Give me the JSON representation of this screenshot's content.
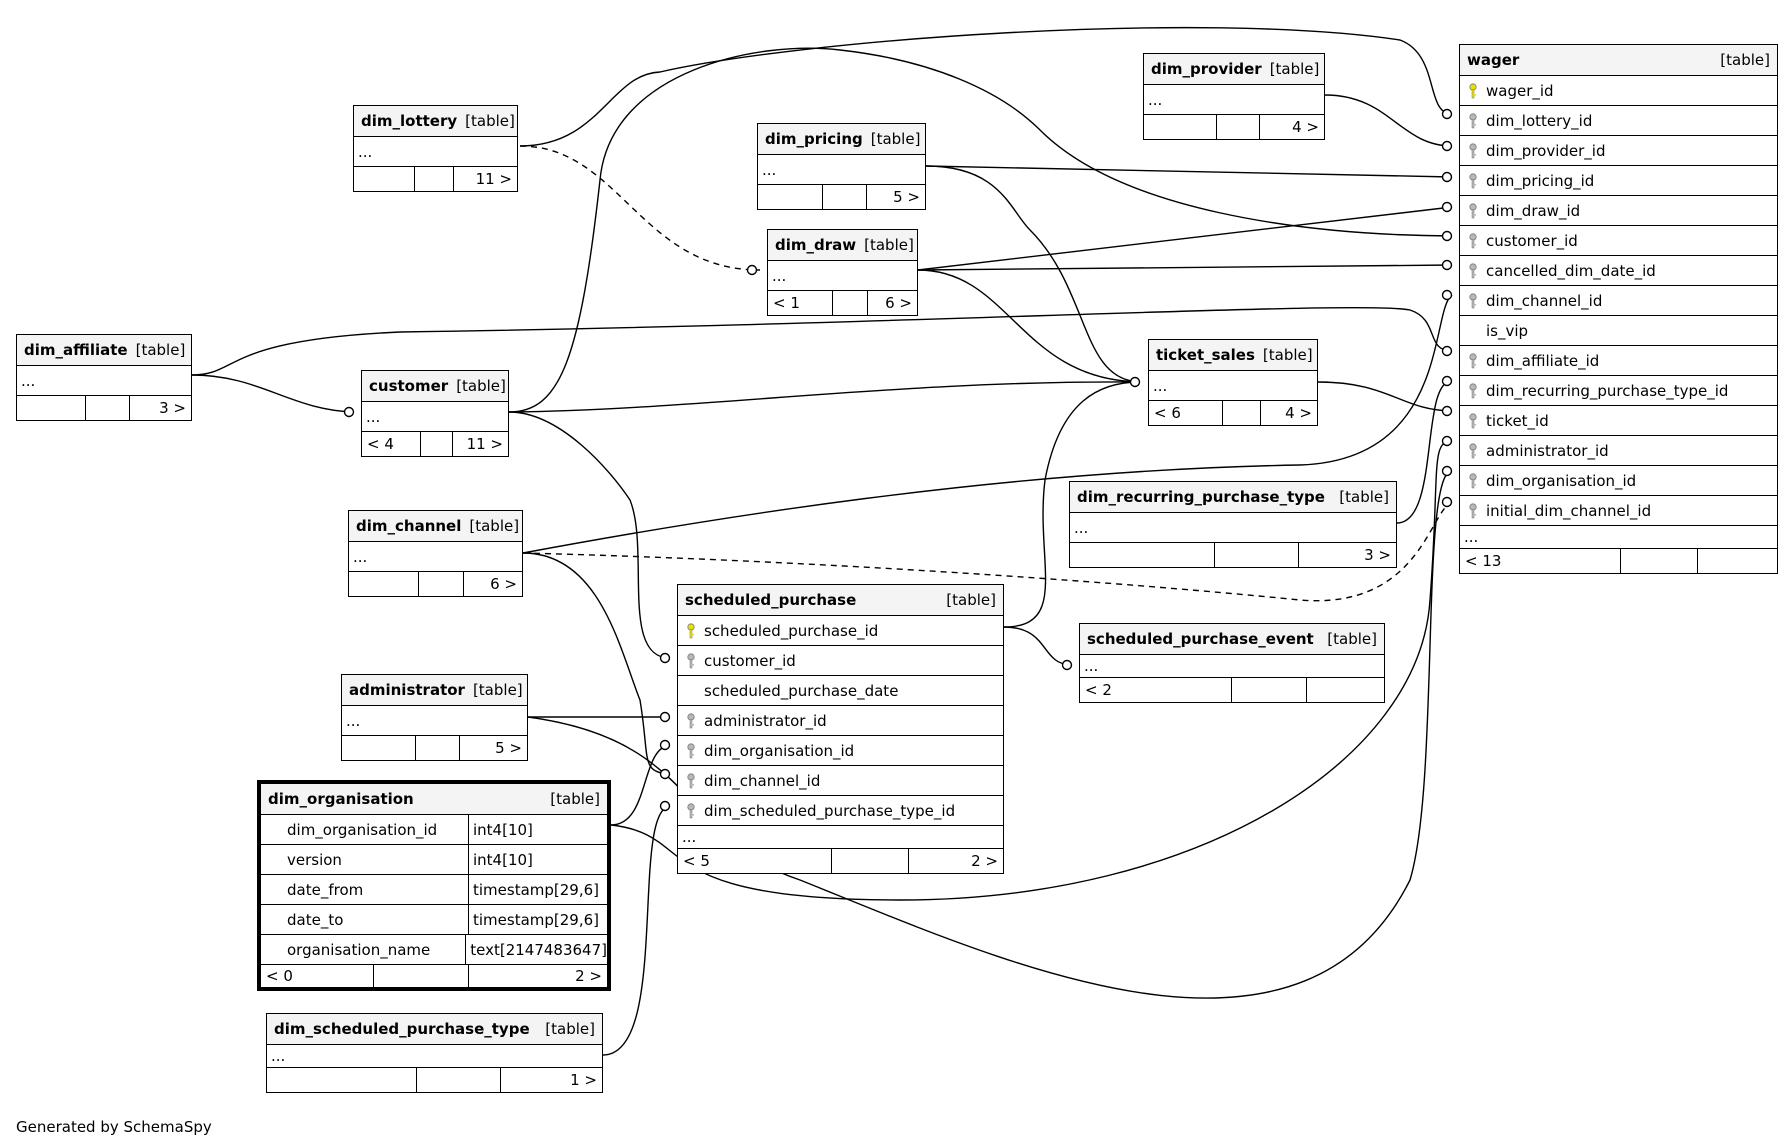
{
  "footer": "Generated by SchemaSpy",
  "colors": {
    "pk_key": "#e8e000",
    "fk_key": "#b8b8b8",
    "header_bg": "#f4f4f4"
  },
  "table_type": "[table]",
  "tables": {
    "dim_lottery": {
      "name": "dim_lottery",
      "row": "...",
      "foot": [
        "",
        "",
        "11 >"
      ]
    },
    "dim_provider": {
      "name": "dim_provider",
      "row": "...",
      "foot": [
        "",
        "",
        "4 >"
      ]
    },
    "dim_pricing": {
      "name": "dim_pricing",
      "row": "...",
      "foot": [
        "",
        "",
        "5 >"
      ]
    },
    "dim_draw": {
      "name": "dim_draw",
      "row": "...",
      "foot": [
        "< 1",
        "",
        "6 >"
      ]
    },
    "dim_affiliate": {
      "name": "dim_affiliate",
      "row": "...",
      "foot": [
        "",
        "",
        "3 >"
      ]
    },
    "customer": {
      "name": "customer",
      "row": "...",
      "foot": [
        "< 4",
        "",
        "11 >"
      ]
    },
    "ticket_sales": {
      "name": "ticket_sales",
      "row": "...",
      "foot": [
        "< 6",
        "",
        "4 >"
      ]
    },
    "dim_recurring_purchase_type": {
      "name": "dim_recurring_purchase_type",
      "row": "...",
      "foot": [
        "",
        "",
        "3 >"
      ]
    },
    "dim_channel": {
      "name": "dim_channel",
      "row": "...",
      "foot": [
        "",
        "",
        "6 >"
      ]
    },
    "administrator": {
      "name": "administrator",
      "row": "...",
      "foot": [
        "",
        "",
        "5 >"
      ]
    },
    "scheduled_purchase_event": {
      "name": "scheduled_purchase_event",
      "row": "...",
      "foot": [
        "< 2",
        "",
        ""
      ]
    },
    "dim_scheduled_purchase_type": {
      "name": "dim_scheduled_purchase_type",
      "row": "...",
      "foot": [
        "",
        "",
        "1 >"
      ]
    },
    "scheduled_purchase": {
      "name": "scheduled_purchase",
      "rows": [
        {
          "key": "pk",
          "text": "scheduled_purchase_id"
        },
        {
          "key": "fk",
          "text": "customer_id"
        },
        {
          "key": "none",
          "text": "scheduled_purchase_date"
        },
        {
          "key": "fk",
          "text": "administrator_id"
        },
        {
          "key": "fk",
          "text": "dim_organisation_id"
        },
        {
          "key": "fk",
          "text": "dim_channel_id"
        },
        {
          "key": "fk",
          "text": "dim_scheduled_purchase_type_id"
        }
      ],
      "row": "...",
      "foot": [
        "< 5",
        "",
        "2 >"
      ]
    },
    "wager": {
      "name": "wager",
      "rows": [
        {
          "key": "pk",
          "text": "wager_id"
        },
        {
          "key": "fk",
          "text": "dim_lottery_id"
        },
        {
          "key": "fk",
          "text": "dim_provider_id"
        },
        {
          "key": "fk",
          "text": "dim_pricing_id"
        },
        {
          "key": "fk",
          "text": "dim_draw_id"
        },
        {
          "key": "fk",
          "text": "customer_id"
        },
        {
          "key": "fk",
          "text": "cancelled_dim_date_id"
        },
        {
          "key": "fk",
          "text": "dim_channel_id"
        },
        {
          "key": "none",
          "text": "is_vip"
        },
        {
          "key": "fk",
          "text": "dim_affiliate_id"
        },
        {
          "key": "fk",
          "text": "dim_recurring_purchase_type_id"
        },
        {
          "key": "fk",
          "text": "ticket_id"
        },
        {
          "key": "fk",
          "text": "administrator_id"
        },
        {
          "key": "fk",
          "text": "dim_organisation_id"
        },
        {
          "key": "fk",
          "text": "initial_dim_channel_id"
        }
      ],
      "row": "...",
      "foot": [
        "< 13",
        "",
        ""
      ]
    },
    "dim_organisation": {
      "name": "dim_organisation",
      "columns": [
        {
          "name": "dim_organisation_id",
          "type": "int4[10]"
        },
        {
          "name": "version",
          "type": "int4[10]"
        },
        {
          "name": "date_from",
          "type": "timestamp[29,6]"
        },
        {
          "name": "date_to",
          "type": "timestamp[29,6]"
        },
        {
          "name": "organisation_name",
          "type": "text[2147483647]"
        }
      ],
      "foot": [
        "< 0",
        "",
        "2 >"
      ]
    }
  }
}
